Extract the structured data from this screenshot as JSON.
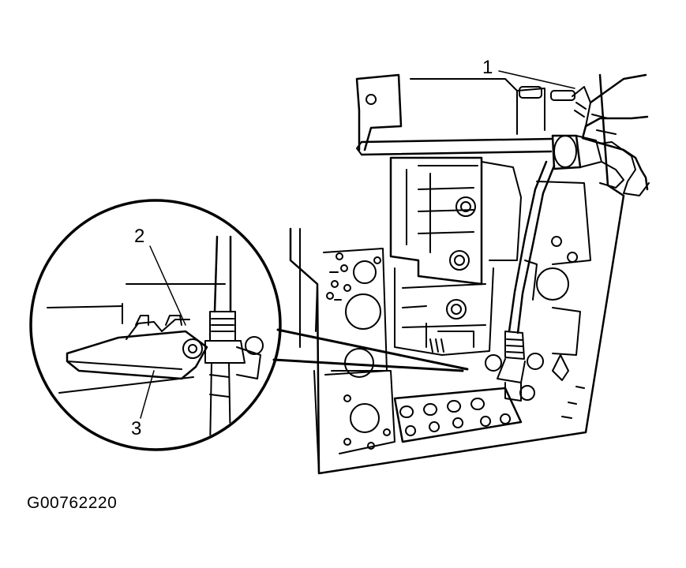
{
  "callouts": {
    "c1": "1",
    "c2": "2",
    "c3": "3"
  },
  "figure_code": "G00762220",
  "colors": {
    "ink": "#000000",
    "paper": "#ffffff"
  }
}
